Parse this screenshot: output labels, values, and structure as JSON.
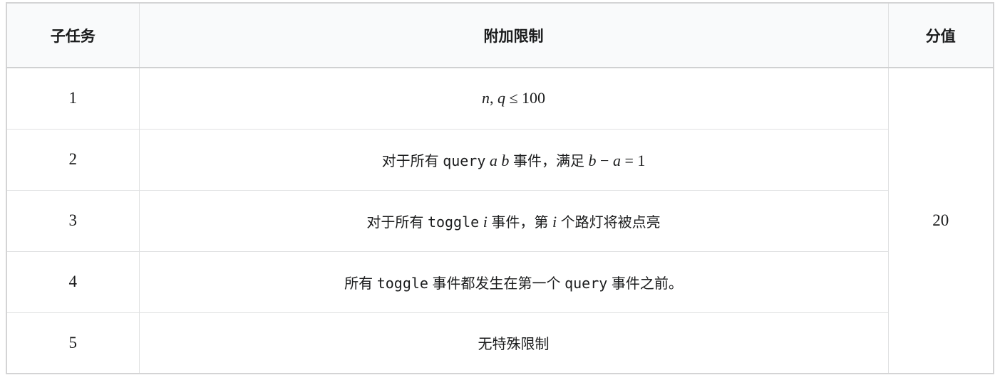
{
  "table": {
    "headers": [
      {
        "label": "子任务"
      },
      {
        "label": "附加限制"
      },
      {
        "label": "分值"
      }
    ],
    "score": "20",
    "rows": [
      {
        "subtask": "1",
        "constraint": [
          {
            "k": "i",
            "v": "n"
          },
          {
            "k": "m",
            "v": ", "
          },
          {
            "k": "i",
            "v": "q"
          },
          {
            "k": "m",
            "v": " ≤ 100"
          }
        ]
      },
      {
        "subtask": "2",
        "constraint": [
          {
            "k": "t",
            "v": "对于所有 "
          },
          {
            "k": "c",
            "v": "query"
          },
          {
            "k": "m",
            "v": " "
          },
          {
            "k": "i",
            "v": "a"
          },
          {
            "k": "m",
            "v": " "
          },
          {
            "k": "i",
            "v": "b"
          },
          {
            "k": "t",
            "v": " 事件，满足 "
          },
          {
            "k": "i",
            "v": "b"
          },
          {
            "k": "m",
            "v": " − "
          },
          {
            "k": "i",
            "v": "a"
          },
          {
            "k": "m",
            "v": " = 1"
          }
        ]
      },
      {
        "subtask": "3",
        "constraint": [
          {
            "k": "t",
            "v": "对于所有 "
          },
          {
            "k": "c",
            "v": "toggle"
          },
          {
            "k": "m",
            "v": " "
          },
          {
            "k": "i",
            "v": "i"
          },
          {
            "k": "t",
            "v": " 事件，第 "
          },
          {
            "k": "i",
            "v": "i"
          },
          {
            "k": "t",
            "v": " 个路灯将被点亮"
          }
        ]
      },
      {
        "subtask": "4",
        "constraint": [
          {
            "k": "t",
            "v": "所有 "
          },
          {
            "k": "c",
            "v": "toggle"
          },
          {
            "k": "t",
            "v": " 事件都发生在第一个 "
          },
          {
            "k": "c",
            "v": "query"
          },
          {
            "k": "t",
            "v": " 事件之前。"
          }
        ]
      },
      {
        "subtask": "5",
        "constraint": [
          {
            "k": "t",
            "v": "无特殊限制"
          }
        ]
      }
    ]
  },
  "colors": {
    "header_bg": "#f9fafb",
    "outer_border": "#d4d4d5",
    "inner_border": "#e0e1e2",
    "text": "#1b1c1d"
  }
}
